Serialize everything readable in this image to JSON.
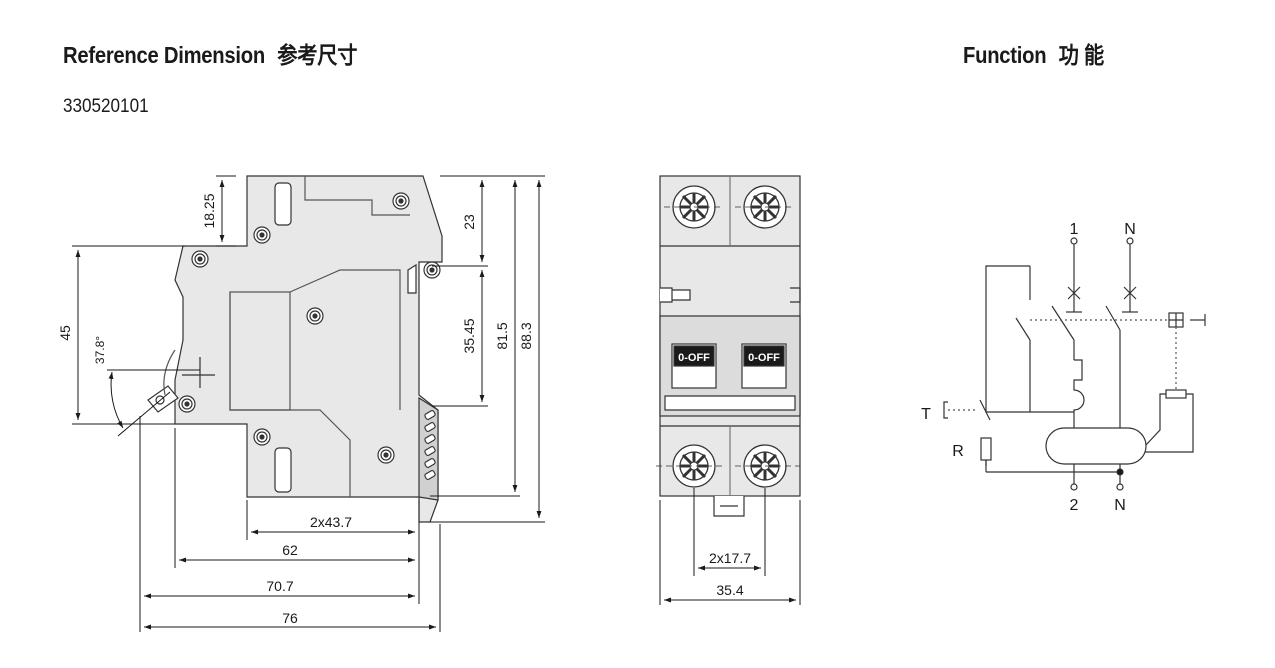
{
  "reference": {
    "title": "Reference Dimension",
    "title_cn": "参考尺寸",
    "part_number": "330520101"
  },
  "function": {
    "title": "Function",
    "title_cn": "功 能"
  },
  "side_view": {
    "dims": {
      "top_step": "18.25",
      "top_rail": "23",
      "rail_span": "35.45",
      "height_81": "81.5",
      "height_88": "88.3",
      "left_45": "45",
      "angle": "37.8°",
      "w_43": "2x43.7",
      "w_62": "62",
      "w_70": "70.7",
      "w_76": "76"
    }
  },
  "front_view": {
    "switch_label": "0-OFF",
    "dims": {
      "pitch": "2x17.7",
      "width": "35.4"
    }
  },
  "function_diagram": {
    "terminals_top": [
      "1",
      "N"
    ],
    "terminals_bottom": [
      "2",
      "N"
    ],
    "test_label": "T",
    "resistor_label": "R"
  }
}
